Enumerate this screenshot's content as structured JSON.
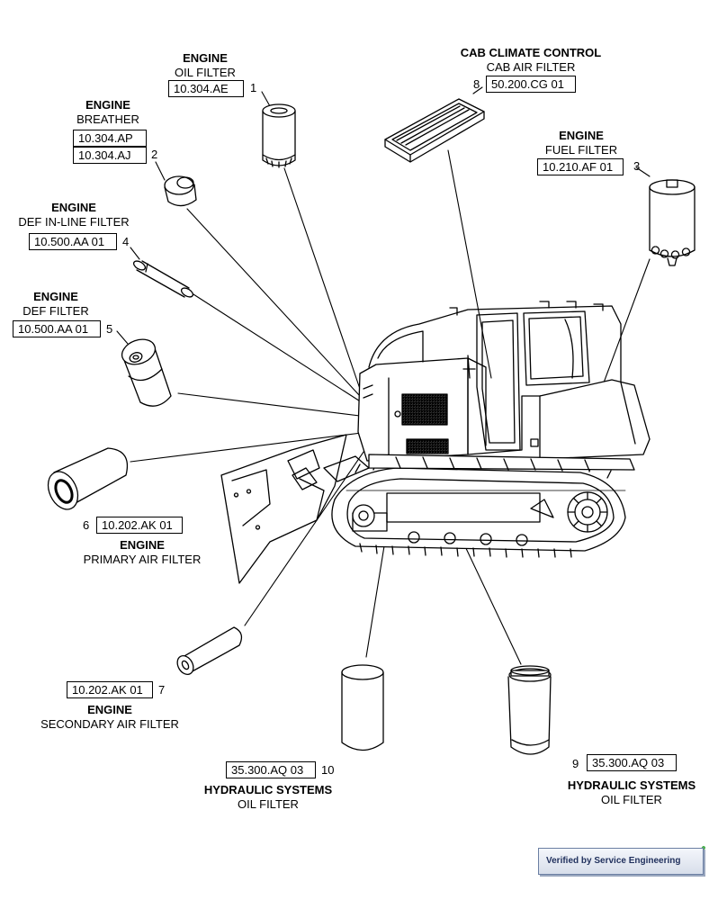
{
  "callouts": [
    {
      "num": "1",
      "system": "ENGINE",
      "component": "OIL FILTER",
      "refs": [
        "10.304.AE"
      ]
    },
    {
      "num": "2",
      "system": "ENGINE",
      "component": "BREATHER",
      "refs": [
        "10.304.AP",
        "10.304.AJ"
      ]
    },
    {
      "num": "3",
      "system": "ENGINE",
      "component": "FUEL FILTER",
      "refs": [
        "10.210.AF 01"
      ]
    },
    {
      "num": "4",
      "system": "ENGINE",
      "component": "DEF IN-LINE FILTER",
      "refs": [
        "10.500.AA 01"
      ]
    },
    {
      "num": "5",
      "system": "ENGINE",
      "component": "DEF FILTER",
      "refs": [
        "10.500.AA 01"
      ]
    },
    {
      "num": "6",
      "system": "ENGINE",
      "component": "PRIMARY AIR FILTER",
      "refs": [
        "10.202.AK 01"
      ]
    },
    {
      "num": "7",
      "system": "ENGINE",
      "component": "SECONDARY AIR FILTER",
      "refs": [
        "10.202.AK 01"
      ]
    },
    {
      "num": "8",
      "system": "CAB CLIMATE CONTROL",
      "component": "CAB AIR FILTER",
      "refs": [
        "50.200.CG 01"
      ]
    },
    {
      "num": "9",
      "system": "HYDRAULIC SYSTEMS",
      "component": "OIL FILTER",
      "refs": [
        "35.300.AQ 03"
      ]
    },
    {
      "num": "10",
      "system": "HYDRAULIC SYSTEMS",
      "component": "OIL FILTER",
      "refs": [
        "35.300.AQ 03"
      ]
    }
  ],
  "badge": {
    "text": "Verified by Service Engineering",
    "check_color": "#4caf50"
  }
}
